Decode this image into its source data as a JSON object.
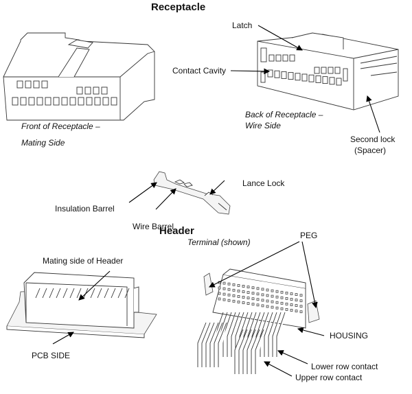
{
  "receptacle": {
    "title": "Receptacle",
    "front_label_line1": "Front of Receptacle –",
    "front_label_line2": "Mating Side",
    "latch": "Latch",
    "contact_cavity": "Contact Cavity",
    "back_label_line1": "Back of Receptacle –",
    "back_label_line2": "Wire Side",
    "second_lock_line1": "Second lock",
    "second_lock_line2": "(Spacer)"
  },
  "terminal": {
    "lance_lock": "Lance Lock",
    "insulation_barrel": "Insulation Barrel",
    "wire_barrel": "Wire Barrel",
    "caption": "Terminal (shown)"
  },
  "header": {
    "title": "Header",
    "mating_side": "Mating side of Header",
    "pcb_side": "PCB SIDE",
    "peg": "PEG",
    "housing": "HOUSING",
    "lower_row_contact": "Lower row contact",
    "upper_row_contact": "Upper row contact"
  }
}
